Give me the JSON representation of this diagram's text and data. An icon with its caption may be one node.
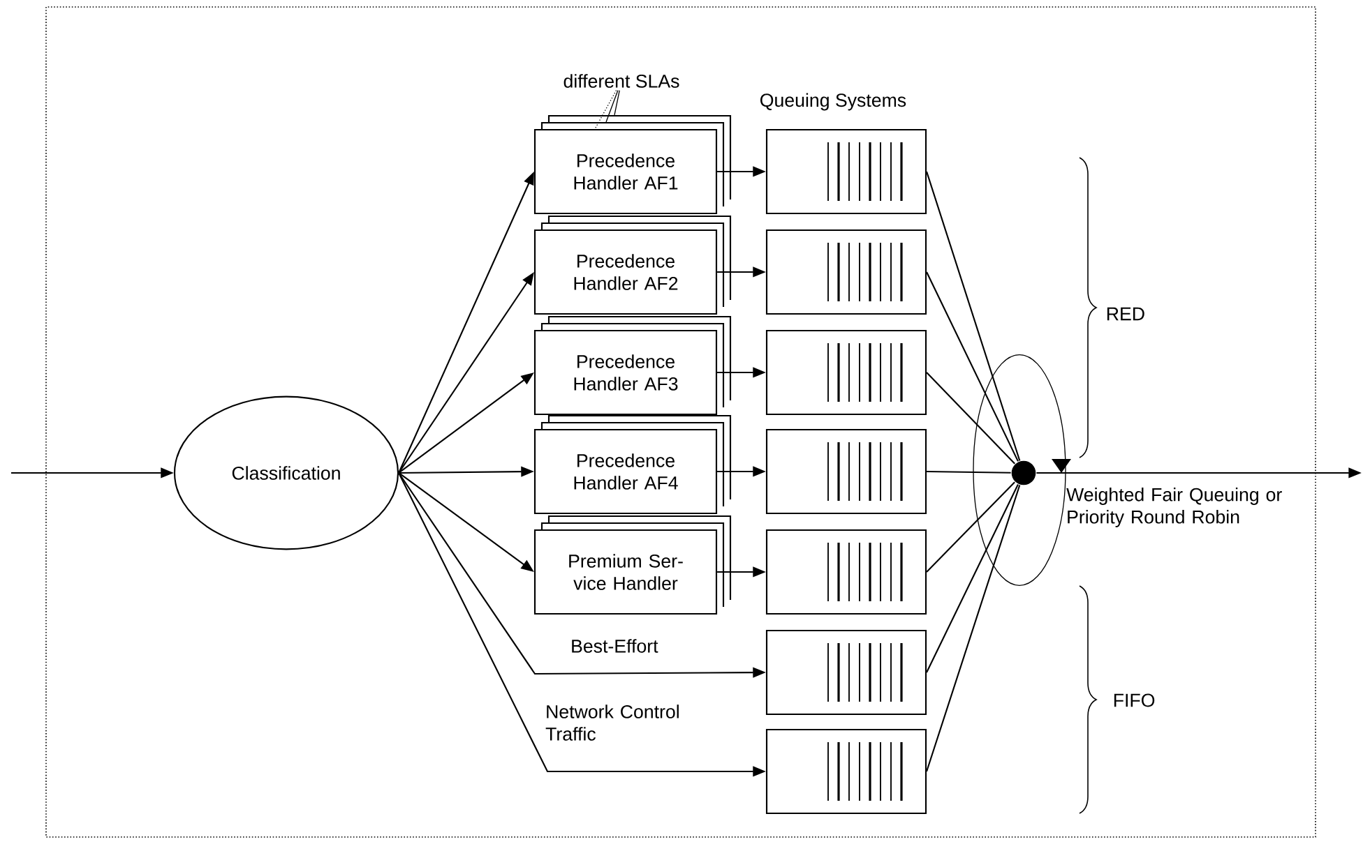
{
  "diagram": {
    "nodes": [
      {
        "text": [
          "Classification"
        ]
      },
      {
        "text": [
          "Precedence Handler AF1"
        ]
      },
      {
        "text": [
          "Precedence Handler AF2"
        ]
      },
      {
        "text": [
          "Precedence Handler AF3"
        ]
      },
      {
        "text": [
          "Precedence Handler AF4"
        ]
      },
      {
        "text": [
          "Premium Ser- vice Handler"
        ]
      },
      {
        "text": [],
        "shape": "box"
      },
      {
        "text": [],
        "shape": "box"
      },
      {
        "text": [],
        "shape": "box"
      },
      {
        "text": [],
        "shape": "box"
      },
      {
        "text": [],
        "shape": "box"
      },
      {
        "text": [],
        "shape": "box"
      },
      {
        "text": [],
        "shape": "box"
      },
      {
        "text": [
          "Weighted Fair Queuing or Priority Round Robin"
        ]
      },
      {
        "text": [],
        "shape": "circle",
        "in": 13
      },
      {
        "text": [
          "different SLAs"
        ]
      }
    ],
    "edges": [
      {
        "from": null,
        "to": 0,
        "arrow": "to"
      },
      {
        "from": 0,
        "to": 1,
        "arrow": "to"
      },
      {
        "from": 0,
        "to": 2,
        "arrow": "to"
      },
      {
        "from": 0,
        "to": 3,
        "arrow": "to"
      },
      {
        "from": 0,
        "to": 4,
        "arrow": "to"
      },
      {
        "from": 0,
        "to": 5,
        "arrow": "to"
      },
      {
        "from": 0,
        "to": 11,
        "arrow": "to",
        "label": "Best-Effort"
      },
      {
        "from": 0,
        "to": 12,
        "arrow": "to",
        "label": "Network Control Traffic"
      },
      {
        "from": 1,
        "to": 6,
        "arrow": "to"
      },
      {
        "from": 2,
        "to": 7,
        "arrow": "to"
      },
      {
        "from": 3,
        "to": 8,
        "arrow": "to"
      },
      {
        "from": 4,
        "to": 9,
        "arrow": "to"
      },
      {
        "from": 5,
        "to": 10,
        "arrow": "to"
      },
      {
        "from": 6,
        "to": 14,
        "arrow": "none"
      },
      {
        "from": 7,
        "to": 14,
        "arrow": "none"
      },
      {
        "from": 8,
        "to": 14,
        "arrow": "none"
      },
      {
        "from": 9,
        "to": 14,
        "arrow": "none"
      },
      {
        "from": 10,
        "to": 14,
        "arrow": "none"
      },
      {
        "from": 11,
        "to": 14,
        "arrow": "none"
      },
      {
        "from": 12,
        "to": 14,
        "arrow": "none"
      },
      {
        "from": 14,
        "to": null,
        "arrow": "to"
      },
      {
        "from": 15,
        "to": 1,
        "arrow": "none"
      },
      {
        "from": 15,
        "to": 1,
        "arrow": "none"
      },
      {
        "from": 15,
        "to": 1,
        "arrow": "none",
        "style": "dashed"
      }
    ],
    "labels": [
      "Queuing Systems",
      "RED",
      "FIFO"
    ]
  }
}
